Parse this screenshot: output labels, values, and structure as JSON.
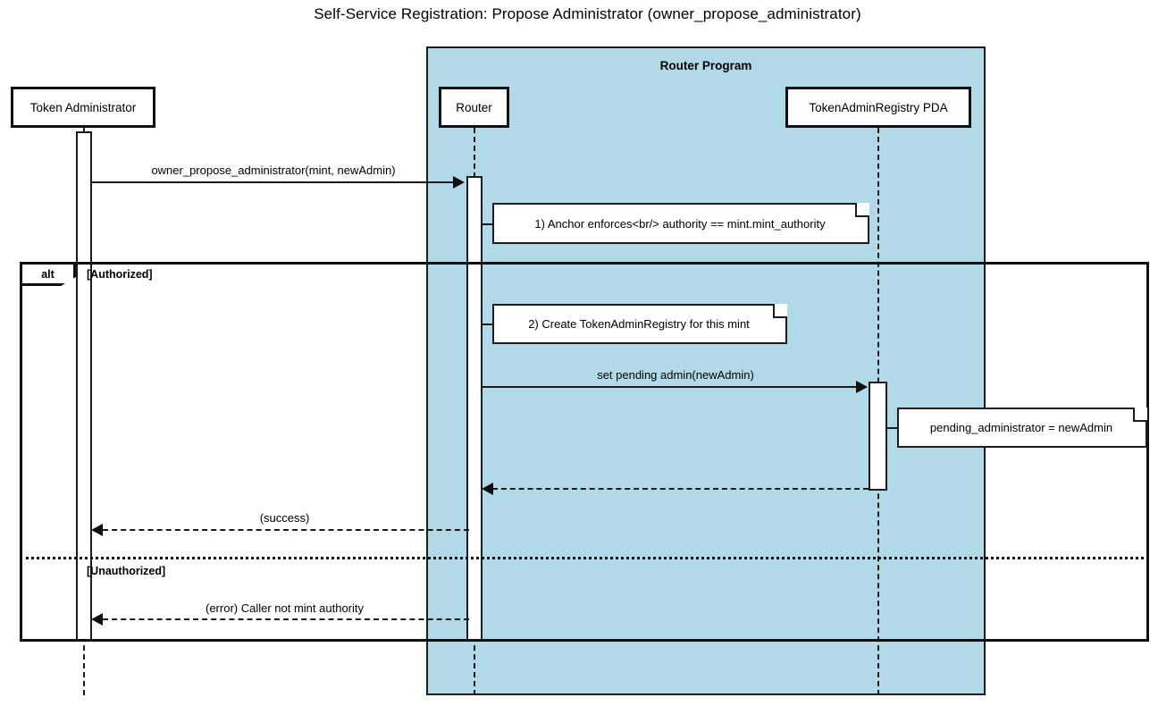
{
  "diagram": {
    "title": "Self-Service Registration: Propose Administrator (owner_propose_administrator)",
    "type": "uml-sequence-diagram"
  },
  "colors": {
    "group_fill": "#b1d9e7",
    "stroke": "#1c1c1c",
    "note_fill": "#ffffff",
    "page_background": "#ffffff"
  },
  "group": {
    "label": "Router Program"
  },
  "participants": [
    {
      "id": "token-administrator",
      "label": "Token Administrator"
    },
    {
      "id": "router",
      "label": "Router"
    },
    {
      "id": "token-admin-registry-pda",
      "label": "TokenAdminRegistry PDA"
    }
  ],
  "messages": [
    {
      "id": "m1",
      "label": "owner_propose_administrator(mint, newAdmin)",
      "from": "token-administrator",
      "to": "router",
      "style": "solid",
      "direction": "right"
    },
    {
      "id": "m2",
      "label": "set pending admin(newAdmin)",
      "from": "router",
      "to": "token-admin-registry-pda",
      "style": "solid",
      "direction": "right"
    },
    {
      "id": "m3",
      "label": "",
      "from": "token-admin-registry-pda",
      "to": "router",
      "style": "dashed",
      "direction": "left"
    },
    {
      "id": "m4",
      "label": "(success)",
      "from": "router",
      "to": "token-administrator",
      "style": "dashed",
      "direction": "left"
    },
    {
      "id": "m5",
      "label": "(error) Caller not mint authority",
      "from": "router",
      "to": "token-administrator",
      "style": "dashed",
      "direction": "left"
    }
  ],
  "notes": [
    {
      "id": "n1",
      "text": "1) Anchor enforces<br/> authority == mint.mint_authority",
      "attached_to": "router"
    },
    {
      "id": "n2",
      "text": "2) Create TokenAdminRegistry for this mint",
      "attached_to": "router"
    },
    {
      "id": "n3",
      "text": "pending_administrator = newAdmin",
      "attached_to": "token-admin-registry-pda"
    }
  ],
  "fragment": {
    "operator": "alt",
    "branches": [
      {
        "condition": "[Authorized]"
      },
      {
        "condition": "[Unauthorized]"
      }
    ]
  }
}
